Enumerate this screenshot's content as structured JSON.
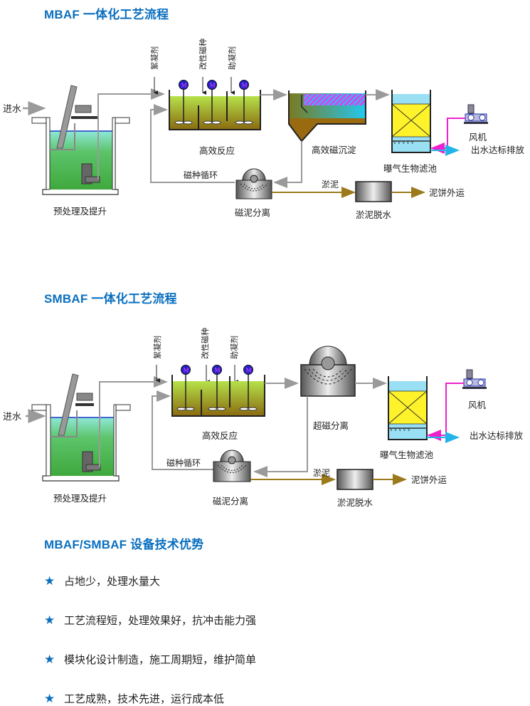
{
  "mbaf": {
    "title": "MBAF 一体化工艺流程",
    "inlet": "进水",
    "pretreatment": "预处理及提升",
    "reagents": [
      "絮凝剂",
      "改性磁种",
      "助凝剂"
    ],
    "motor_label": "M",
    "reaction": "高效反应",
    "settling": "高效磁沉淀",
    "recycle": "磁种循环",
    "mag_sep": "磁泥分离",
    "sludge": "淤泥",
    "dewater": "淤泥脱水",
    "cake": "泥饼外运",
    "baf": "曝气生物滤池",
    "blower": "风机",
    "discharge": "出水达标排放"
  },
  "smbaf": {
    "title": "SMBAF 一体化工艺流程",
    "inlet": "进水",
    "pretreatment": "预处理及提升",
    "reagents": [
      "絮凝剂",
      "改性磁种",
      "助凝剂"
    ],
    "motor_label": "M",
    "reaction": "高效反应",
    "super_sep": "超磁分离",
    "recycle": "磁种循环",
    "mag_sep": "磁泥分离",
    "sludge": "淤泥",
    "dewater": "淤泥脱水",
    "cake": "泥饼外运",
    "baf": "曝气生物滤池",
    "blower": "风机",
    "discharge": "出水达标排放"
  },
  "advantages": {
    "title": "MBAF/SMBAF 设备技术优势",
    "bullet_icon": "★",
    "items": [
      "占地少，处理水量大",
      "工艺流程短，处理效果好，抗冲击能力强",
      "模块化设计制造，施工周期短，维护简单",
      "工艺成熟，技术先进，运行成本低"
    ]
  },
  "colors": {
    "heading": "#0a6fbf",
    "pipe_gray": "#9a9a9a",
    "sludge_line": "#9c7a1c",
    "air_line": "#ee22cc",
    "effluent_line": "#22b4e8",
    "motor": "#2222cc"
  }
}
